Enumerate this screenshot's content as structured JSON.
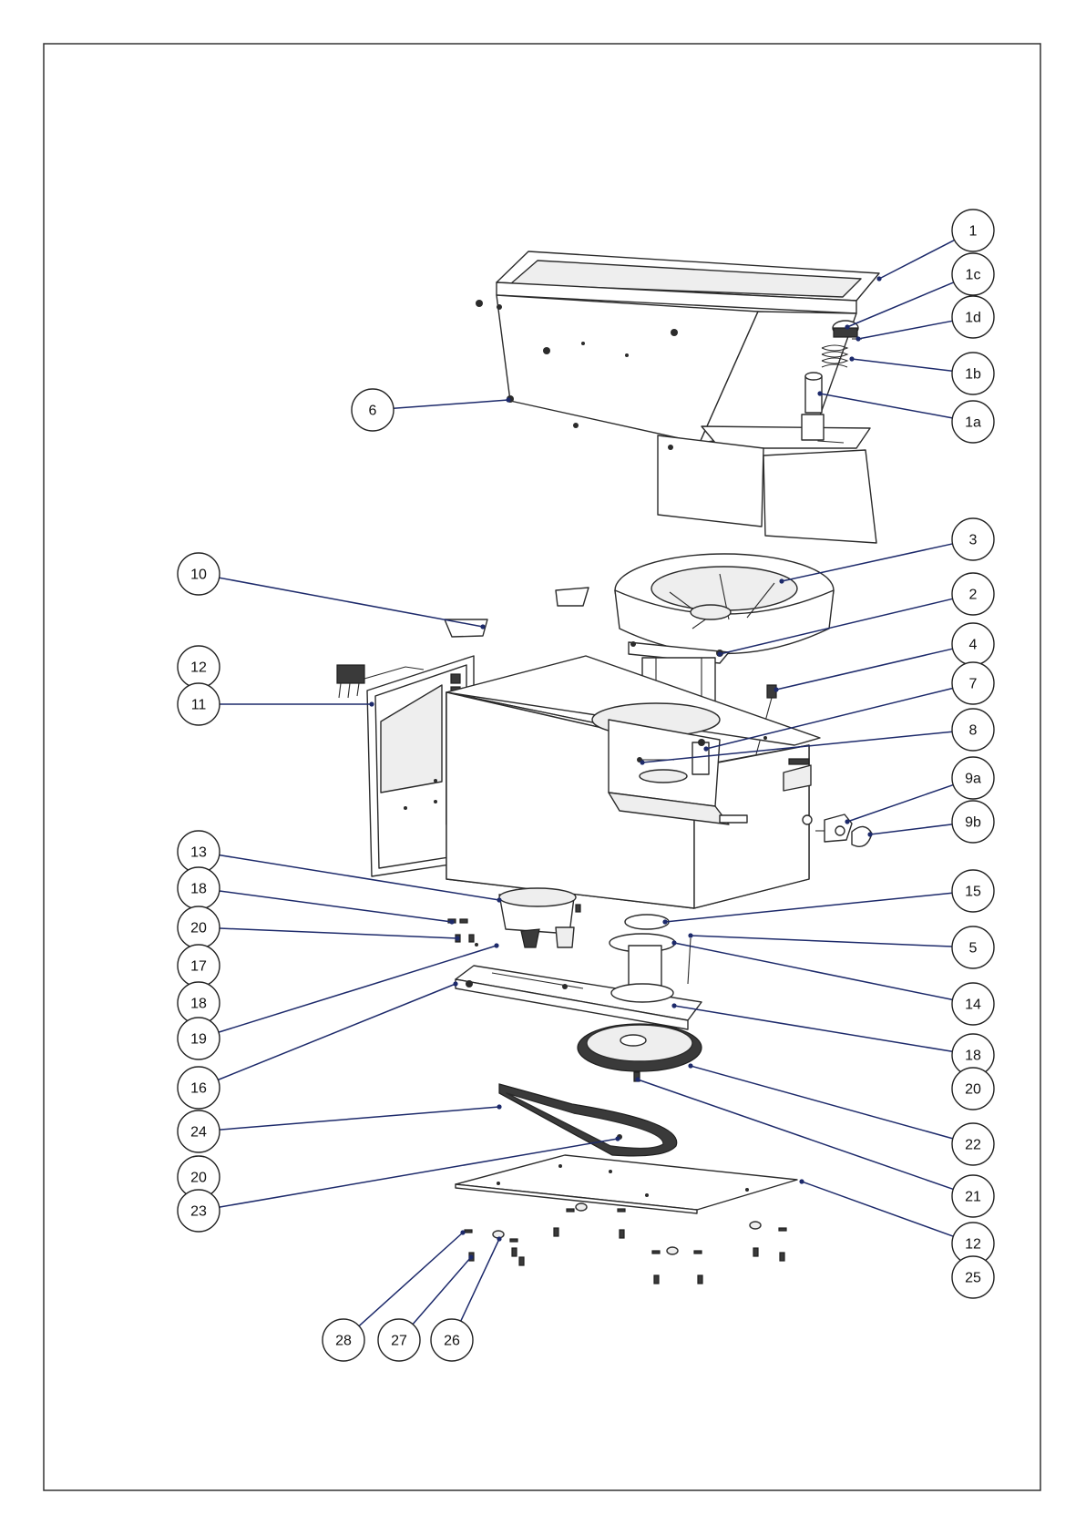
{
  "diagram": {
    "callouts": [
      {
        "id": "c1",
        "label": "1"
      },
      {
        "id": "c1c",
        "label": "1c"
      },
      {
        "id": "c1d",
        "label": "1d"
      },
      {
        "id": "c1b",
        "label": "1b"
      },
      {
        "id": "c1a",
        "label": "1a"
      },
      {
        "id": "c6",
        "label": "6"
      },
      {
        "id": "c3",
        "label": "3"
      },
      {
        "id": "c10",
        "label": "10"
      },
      {
        "id": "c2",
        "label": "2"
      },
      {
        "id": "c12a",
        "label": "12"
      },
      {
        "id": "c4",
        "label": "4"
      },
      {
        "id": "c11",
        "label": "11"
      },
      {
        "id": "c7",
        "label": "7"
      },
      {
        "id": "c8",
        "label": "8"
      },
      {
        "id": "c9a",
        "label": "9a"
      },
      {
        "id": "c9b",
        "label": "9b"
      },
      {
        "id": "c13",
        "label": "13"
      },
      {
        "id": "c18a",
        "label": "18"
      },
      {
        "id": "c15",
        "label": "15"
      },
      {
        "id": "c20a",
        "label": "20"
      },
      {
        "id": "c5",
        "label": "5"
      },
      {
        "id": "c17",
        "label": "17"
      },
      {
        "id": "c18b",
        "label": "18"
      },
      {
        "id": "c14",
        "label": "14"
      },
      {
        "id": "c19",
        "label": "19"
      },
      {
        "id": "c18c",
        "label": "18"
      },
      {
        "id": "c16",
        "label": "16"
      },
      {
        "id": "c20b",
        "label": "20"
      },
      {
        "id": "c22",
        "label": "22"
      },
      {
        "id": "c24",
        "label": "24"
      },
      {
        "id": "c20c",
        "label": "20"
      },
      {
        "id": "c21",
        "label": "21"
      },
      {
        "id": "c23",
        "label": "23"
      },
      {
        "id": "c12b",
        "label": "12"
      },
      {
        "id": "c25",
        "label": "25"
      },
      {
        "id": "c28",
        "label": "28"
      },
      {
        "id": "c27",
        "label": "27"
      },
      {
        "id": "c26",
        "label": "26"
      }
    ]
  }
}
